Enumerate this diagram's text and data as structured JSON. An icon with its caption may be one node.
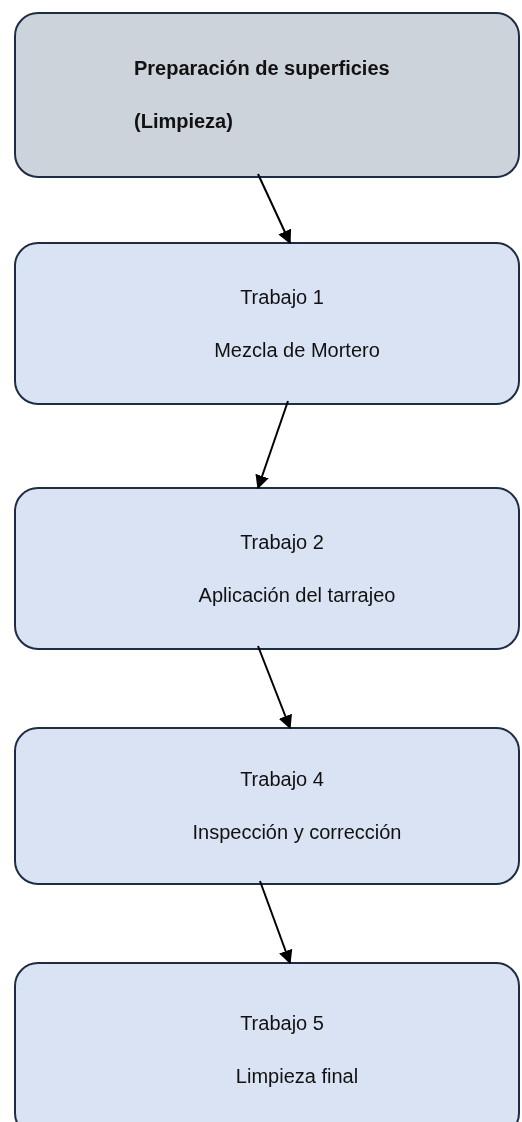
{
  "diagram": {
    "nodes": [
      {
        "text": [
          "Preparación de superficies",
          "(Limpieza)"
        ]
      },
      {
        "text": [
          "Trabajo 1",
          "Mezcla de Mortero"
        ]
      },
      {
        "text": [
          "Trabajo 2",
          "Aplicación del tarrajeo"
        ]
      },
      {
        "text": [
          "Trabajo 4",
          "Inspección y corrección"
        ]
      },
      {
        "text": [
          "Trabajo 5",
          "Limpieza final"
        ]
      }
    ],
    "edges": [
      {
        "from": 0,
        "to": 1,
        "arrow": "to"
      },
      {
        "from": 1,
        "to": 2,
        "arrow": "to"
      },
      {
        "from": 2,
        "to": 3,
        "arrow": "to"
      },
      {
        "from": 3,
        "to": 4,
        "arrow": "to"
      }
    ]
  }
}
